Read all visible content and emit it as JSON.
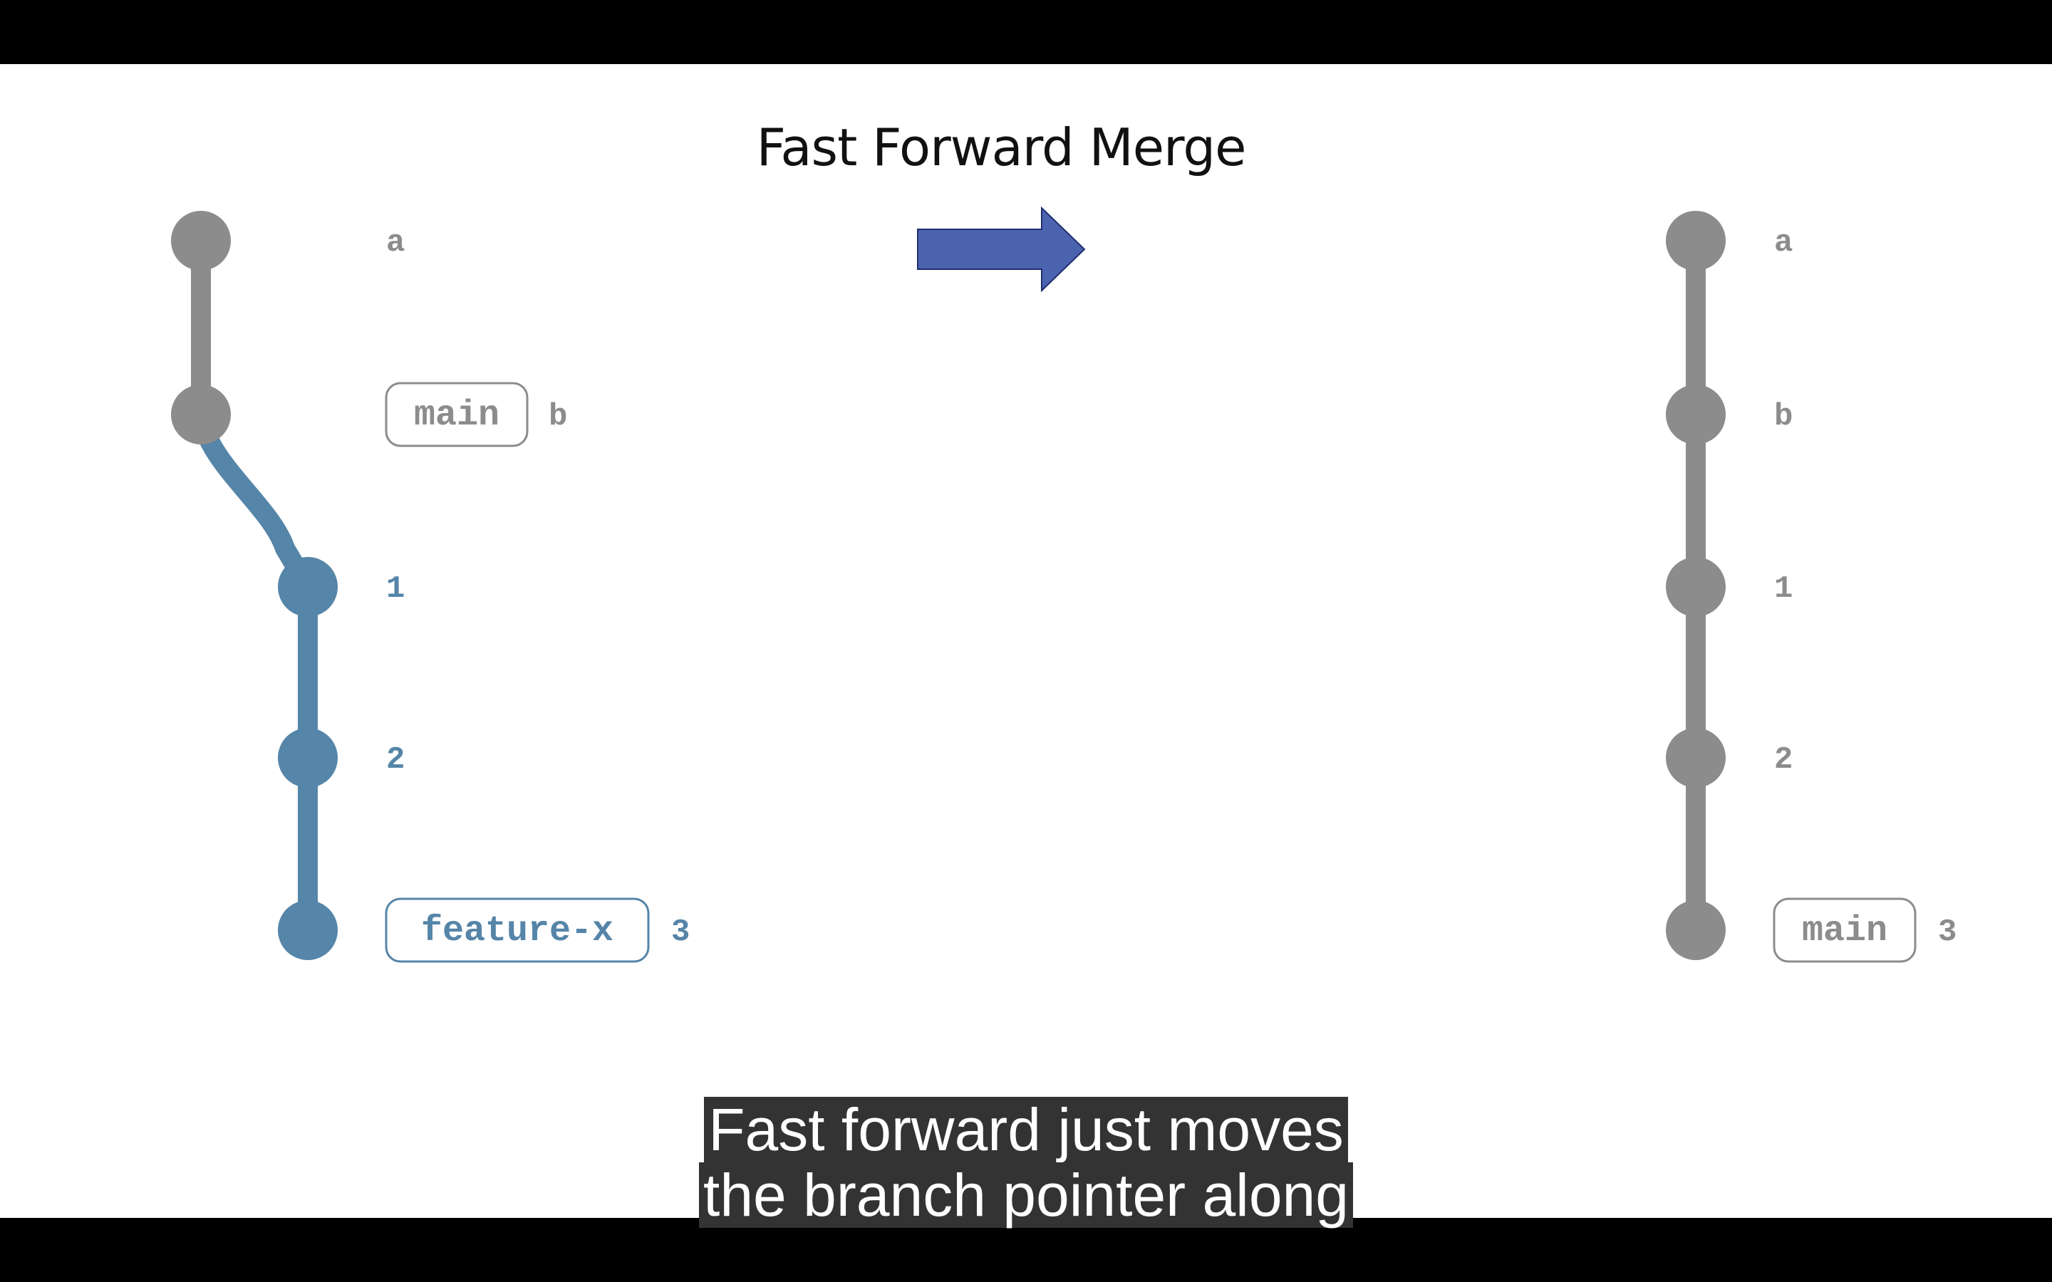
{
  "title": "Fast Forward Merge",
  "colors": {
    "gray": "#8c8c8c",
    "blue": "#5585a8",
    "arrow_fill": "#4c63b0",
    "arrow_stroke": "#1f2f6e",
    "caption_bg": "#333333"
  },
  "before": {
    "commits": [
      "a",
      "b",
      "1",
      "2",
      "3"
    ],
    "branches": [
      {
        "label": "main",
        "commit": "b"
      },
      {
        "label": "feature-x",
        "commit": "3"
      }
    ]
  },
  "after": {
    "commits": [
      "a",
      "b",
      "1",
      "2",
      "3"
    ],
    "branches": [
      {
        "label": "main",
        "commit": "3"
      }
    ]
  },
  "arrow": {
    "direction": "right"
  },
  "caption": {
    "line1": "Fast forward just moves",
    "line2": "the branch pointer along"
  }
}
